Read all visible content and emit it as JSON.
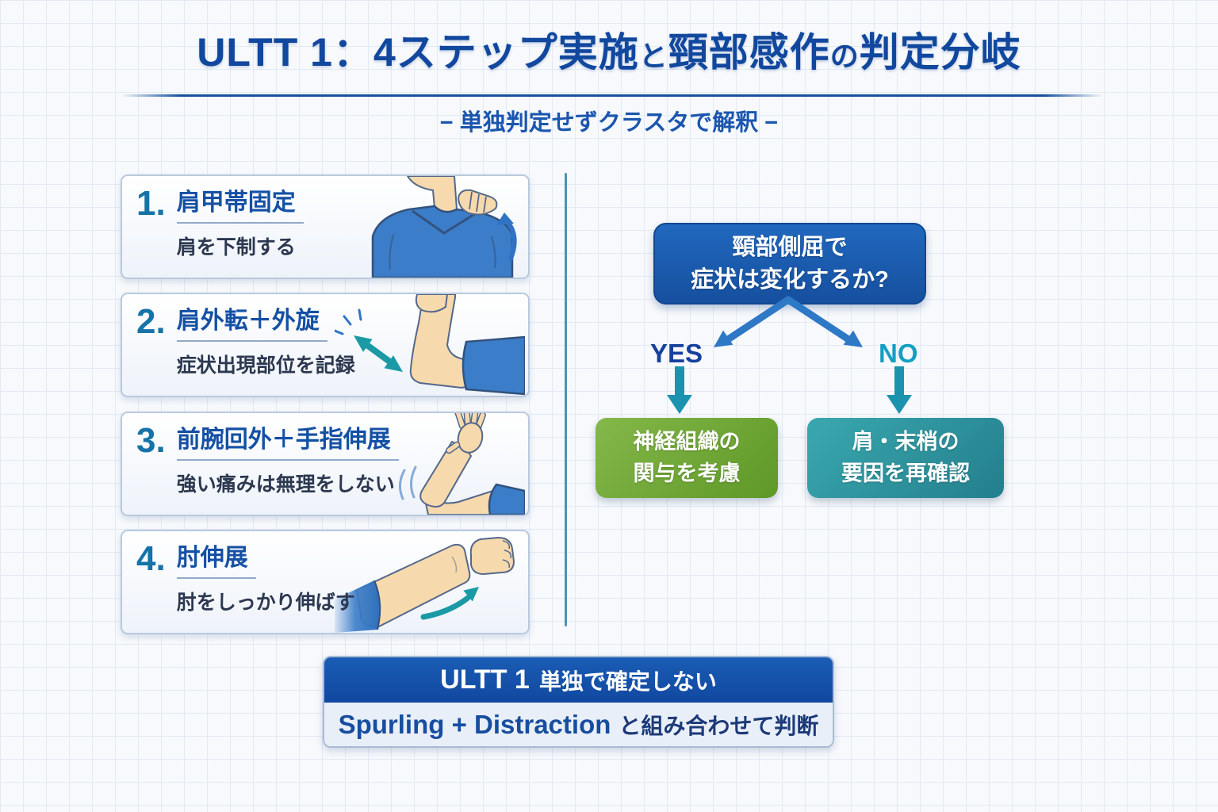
{
  "header": {
    "title_parts": [
      {
        "text": "ULTT 1：4ステップ実施"
      },
      {
        "text": "と"
      },
      {
        "text": "頸部感作"
      },
      {
        "text": "の"
      },
      {
        "text": "判定分岐"
      }
    ],
    "subtitle": "− 単独判定せずクラスタで解釈 −"
  },
  "steps": [
    {
      "number": "1.",
      "title": "肩甲帯固定",
      "desc": "肩を下制する"
    },
    {
      "number": "2.",
      "title": "肩外転＋外旋",
      "desc": "症状出現部位を記録"
    },
    {
      "number": "3.",
      "title": "前腕回外＋手指伸展",
      "desc": "強い痛みは無理をしない"
    },
    {
      "number": "4.",
      "title": "肘伸展",
      "desc": "肘をしっかり伸ばす"
    }
  ],
  "flowchart": {
    "question_line1": "頸部側屈で",
    "question_line2": "症状は変化するか?",
    "yes_label": "YES",
    "no_label": "NO",
    "yes_box_line1": "神経組織の",
    "yes_box_line2": "関与を考慮",
    "no_box_line1": "肩・末梢の",
    "no_box_line2": "要因を再確認"
  },
  "footer": {
    "headline_en": "ULTT 1",
    "headline_ja": "単独で確定しない",
    "subline_en": "Spurling + Distraction",
    "subline_ja": "と組み合わせて判断"
  },
  "colors": {
    "title_blue": "#11489e",
    "step_number_blue": "#1673a8",
    "question_bg": "#1a5eb2",
    "yes_green": "#6aa62f",
    "no_teal": "#2b9aa4",
    "split_arrow_blue": "#2e79c6",
    "down_arrow_teal": "#1b93ae",
    "yes_label_color": "#16409c",
    "no_label_color": "#149fc2",
    "footer_bar_blue": "#1554ad"
  }
}
